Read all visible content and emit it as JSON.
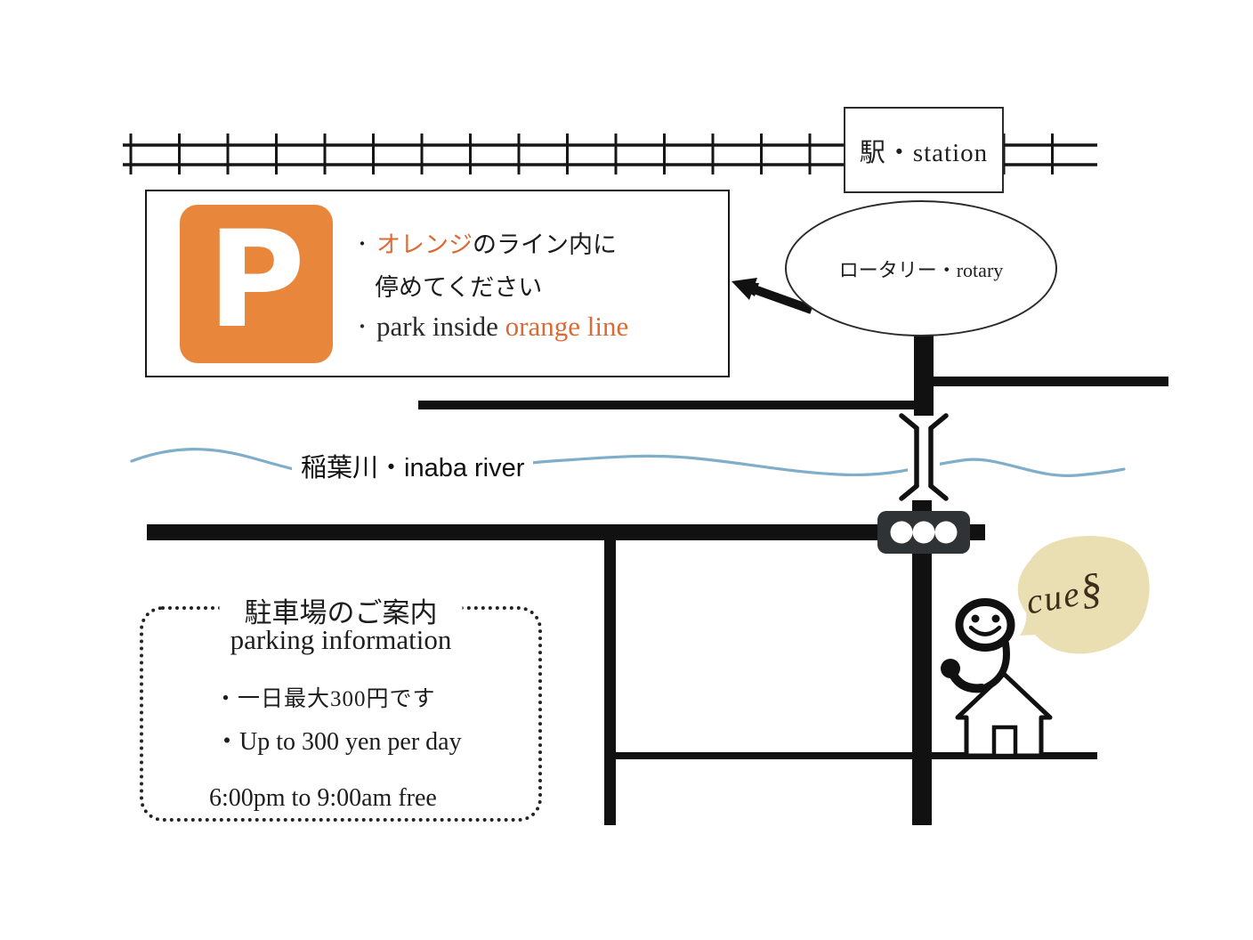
{
  "colors": {
    "sign_orange": "#E8873C",
    "orange_text": "#DA6B36",
    "ink": "#111111",
    "river_blue": "#7FAECB",
    "traffic_light_body": "#2F3336",
    "bubble_beige": "#E9DFB2",
    "bubble_text": "#3E2D1B"
  },
  "station": {
    "label": "駅・station"
  },
  "rotary": {
    "label": "ロータリー・rotary"
  },
  "parking_sign": {
    "p_letter": "P",
    "line1_bullet": "・",
    "line1_orange": "オレンジ",
    "line1_rest": "のライン内に",
    "line2": "停めてください",
    "line3_bullet": "・",
    "line3_black": "park inside ",
    "line3_orange": "orange line"
  },
  "river": {
    "label": "稲葉川・inaba river"
  },
  "info_box": {
    "title_jp": "駐車場のご案内",
    "title_en": "parking information",
    "items": [
      "・一日最大300円です",
      "・Up to 300 yen per day"
    ],
    "note": "6:00pm to 9:00am free"
  },
  "bubble": {
    "label": "cue",
    "clef_glyph": "§"
  }
}
